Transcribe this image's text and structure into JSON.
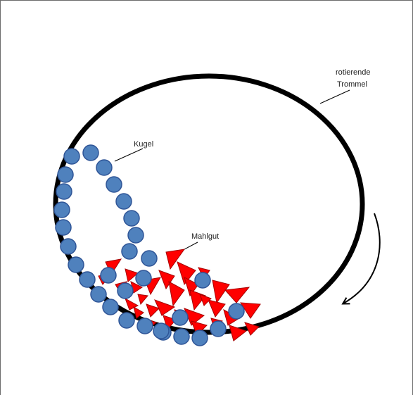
{
  "labels": {
    "drum_line1": "rotierende",
    "drum_line2": "Trommel",
    "ball": "Kugel",
    "grinding_material": "Mahlgut"
  },
  "colors": {
    "drum_stroke": "#000000",
    "ball_fill": "#4f81bd",
    "ball_stroke": "#2f5597",
    "material_fill": "#ff0000",
    "material_stroke": "#a50000",
    "arrow": "#000000"
  },
  "icons": {
    "rotation": "curved-arrow-clockwise"
  }
}
